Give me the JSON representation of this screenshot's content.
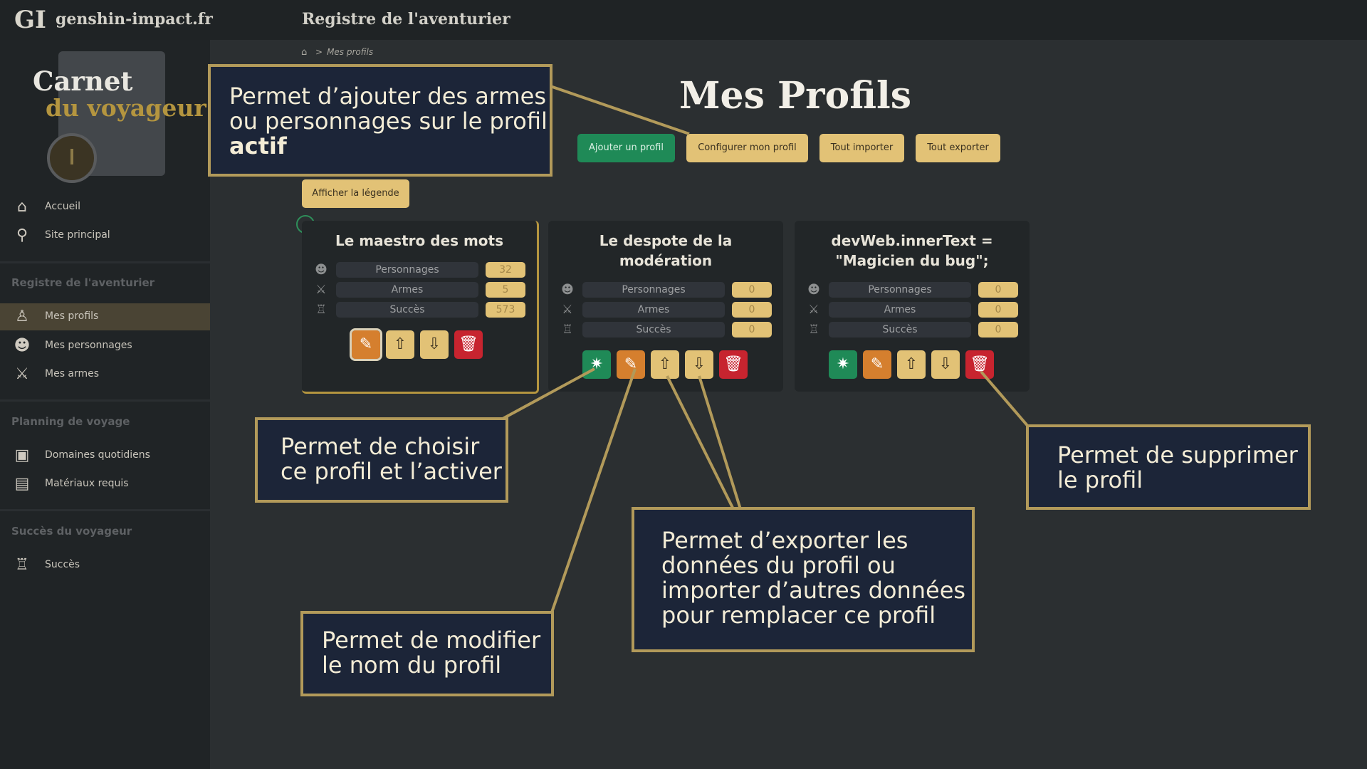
{
  "topbar": {
    "logo_text": "GI",
    "site_name": "genshin-impact.fr",
    "page_title": "Registre de l'aventurier"
  },
  "sidebar": {
    "brand_line1": "Carnet",
    "brand_line2": "du voyageur",
    "items": [
      {
        "label": "Accueil",
        "icon": "home-icon"
      },
      {
        "label": "Site principal",
        "icon": "person-pin-icon"
      },
      {
        "label": "Mes profils",
        "icon": "profile-icon",
        "active": true
      },
      {
        "label": "Mes personnages",
        "icon": "character-icon"
      },
      {
        "label": "Mes armes",
        "icon": "sword-icon"
      },
      {
        "label": "Domaines quotidiens",
        "icon": "calendar-icon"
      },
      {
        "label": "Matériaux requis",
        "icon": "materials-icon"
      },
      {
        "label": "Succès",
        "icon": "trophy-icon"
      }
    ],
    "sections": [
      "Registre de l'aventurier",
      "Planning de voyage",
      "Succès du voyageur"
    ]
  },
  "breadcrumb": {
    "home_icon": "⌂",
    "separator": ">",
    "current": "Mes profils"
  },
  "main": {
    "title": "Mes Profils",
    "buttons": {
      "add_profile": "Ajouter un profil",
      "configure_profile": "Configurer mon profil",
      "import_all": "Tout importer",
      "export_all": "Tout exporter",
      "show_legend": "Afficher la légende"
    },
    "stat_labels": [
      "Personnages",
      "Armes",
      "Succès"
    ],
    "profiles": [
      {
        "name_line1": "Le maestro des mots",
        "name_line2": "",
        "values": [
          "32",
          "5",
          "573"
        ],
        "active": true
      },
      {
        "name_line1": "Le despote de la",
        "name_line2": "modération",
        "values": [
          "0",
          "0",
          "0"
        ],
        "active": false
      },
      {
        "name_line1": "devWeb.innerText =",
        "name_line2": "\"Magicien du bug\";",
        "values": [
          "0",
          "0",
          "0"
        ],
        "active": false
      }
    ]
  },
  "callouts": {
    "add_items": {
      "line1": "Permet d’ajouter des armes",
      "line2": "ou personnages sur le profil",
      "line3": "actif"
    },
    "choose": {
      "line1": "Permet de choisir",
      "line2": "ce profil et l’activer"
    },
    "delete": {
      "line1": "Permet de supprimer",
      "line2": "le profil"
    },
    "export": {
      "line1": "Permet d’exporter les",
      "line2": "données du profil ou",
      "line3": "importer d’autres données",
      "line4": "pour remplacer ce profil"
    },
    "rename": {
      "line1": "Permet de modifier",
      "line2": "le nom du profil"
    }
  },
  "colors": {
    "gold": "#e2c276",
    "green": "#1f8a57",
    "orange": "#d57f2e",
    "red": "#c7242f",
    "callout_bg": "#1c2538",
    "callout_border": "#b29a5a"
  }
}
